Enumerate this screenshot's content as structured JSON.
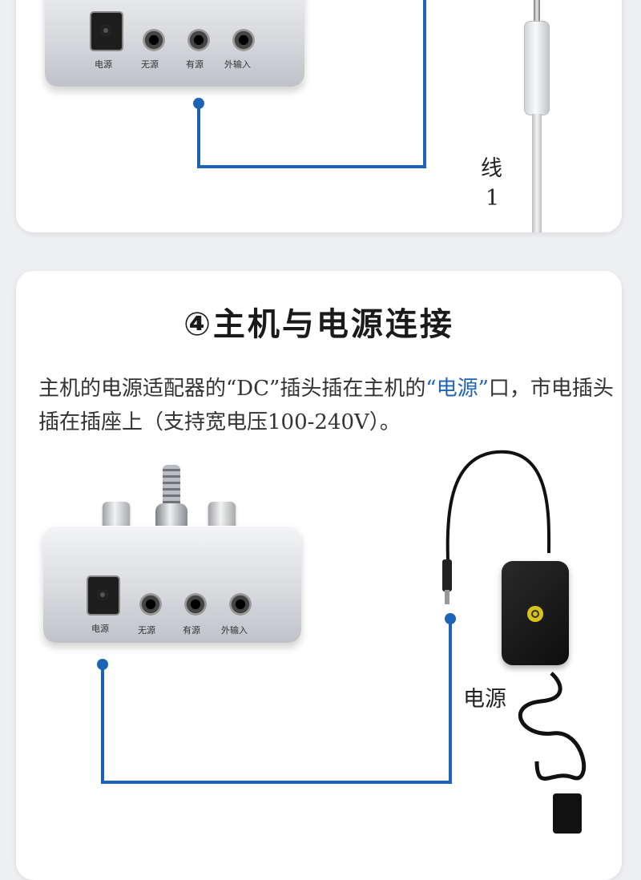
{
  "top_section": {
    "ports": {
      "power": "电源",
      "passive": "无源",
      "active": "有源",
      "external_input": "外输入"
    },
    "cable_label_line1": "线",
    "cable_label_line2": "1"
  },
  "main_section": {
    "title": "④主机与电源连接",
    "desc_part1": "主机的电源适配器的“DC”插头插在主机的",
    "desc_highlight": "“电源”",
    "desc_part2": "口，市电插头插在插座上（支持宽电压100-240V）。",
    "ports": {
      "power": "电源",
      "passive": "无源",
      "active": "有源",
      "external_input": "外输入"
    },
    "adapter_label": "电源"
  },
  "colors": {
    "accent": "#1d64b7",
    "page_bg": "#eeeff3",
    "card_bg": "#ffffff"
  }
}
